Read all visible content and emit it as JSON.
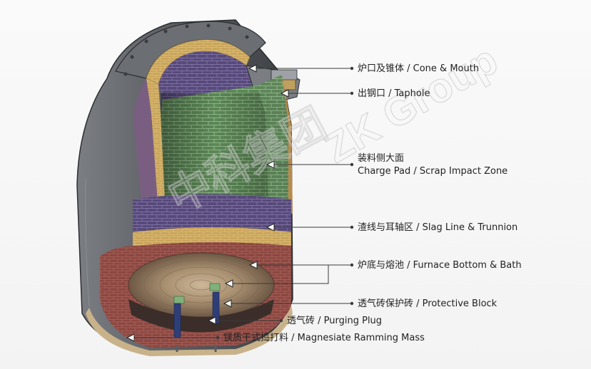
{
  "labels": {
    "cone_mouth": "炉口及锥体 / Cone & Mouth",
    "taphole": "出钢口 / Taphole",
    "charge_pad_cn": "装料侧大面",
    "charge_pad_en": "Charge Pad / Scrap Impact Zone",
    "slag_line": "渣线与耳轴区 / Slag Line & Trunnion",
    "bottom_bath": "炉底与熔池 / Furnace Bottom & Bath",
    "protective_block": "透气砖保护砖 / Protective Block",
    "purging_plug": "透气砖 / Purging Plug",
    "ramming_mass": "镁质干式捣打料 / Magnesiate Ramming Mass"
  },
  "watermark": {
    "latin": "ZK Group",
    "chinese": "中科集团"
  },
  "colors": {
    "shell": "#55585d",
    "lining_green": "#5f8a5a",
    "slag_purple": "#5d4f7f",
    "bottom_red": "#8b4540",
    "yellow_brick": "#c9a45a",
    "leader": "#333333"
  }
}
